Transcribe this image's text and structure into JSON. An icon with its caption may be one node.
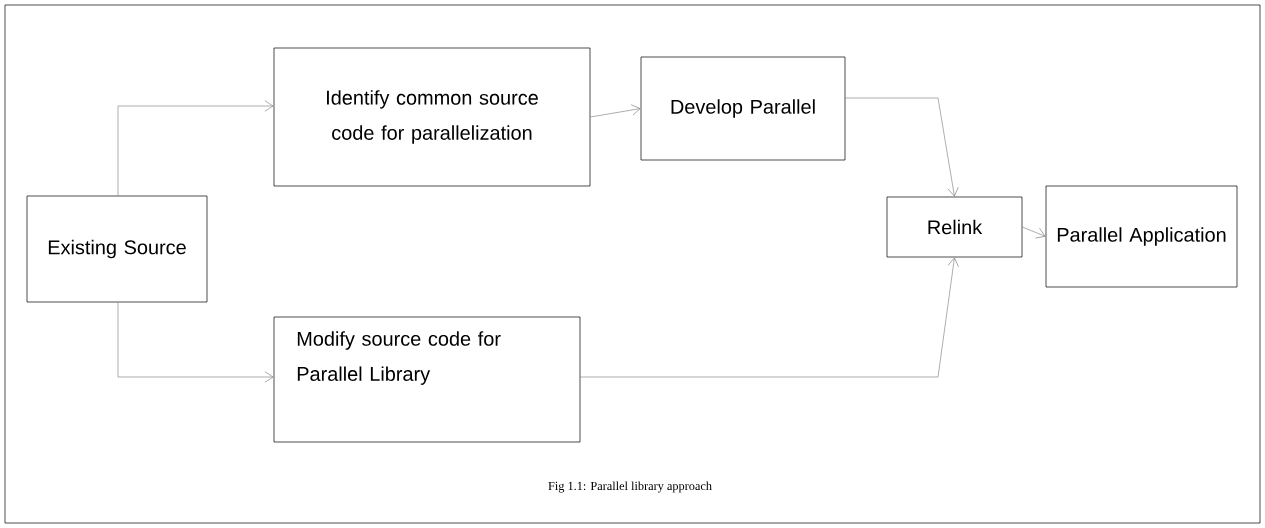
{
  "diagram": {
    "caption": "Fig 1.1: Parallel library approach",
    "nodes": [
      {
        "text": [
          "Existing Source"
        ]
      },
      {
        "text": [
          "Identify common source code for parallelization"
        ]
      },
      {
        "text": [
          "Develop Parallel"
        ]
      },
      {
        "text": [
          "Relink"
        ]
      },
      {
        "text": [
          "Parallel Application"
        ]
      },
      {
        "text": [
          "Modify source code for Parallel Library"
        ]
      }
    ],
    "edges": [
      {
        "from": 0,
        "to": 1,
        "arrow": "to"
      },
      {
        "from": 1,
        "to": 2,
        "arrow": "to"
      },
      {
        "from": 2,
        "to": 3,
        "arrow": "to"
      },
      {
        "from": 5,
        "to": 3,
        "arrow": "to"
      },
      {
        "from": 3,
        "to": 4,
        "arrow": "to"
      },
      {
        "from": 0,
        "to": 5,
        "arrow": "to"
      }
    ]
  }
}
